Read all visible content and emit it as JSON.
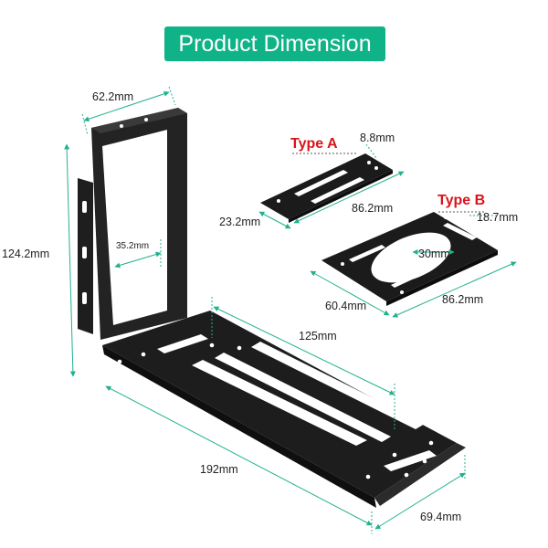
{
  "title": "Product Dimension",
  "colors": {
    "banner": "#10b287",
    "banner_text": "#ffffff",
    "dimension_line": "#22b08f",
    "type_label": "#d8151b",
    "metal": "#1b1b1b",
    "metal_edge": "#3a3a3a"
  },
  "dimensions": {
    "top_width": "62.2mm",
    "height": "124.2mm",
    "inner_width": "35.2mm",
    "slot_length": "125mm",
    "base_length": "192mm",
    "base_width": "69.4mm"
  },
  "type_a": {
    "label": "Type A",
    "hole_spacing": "8.8mm",
    "width": "23.2mm",
    "length": "86.2mm"
  },
  "type_b": {
    "label": "Type B",
    "hole_spacing": "18.7mm",
    "hole_diameter": "30mm",
    "width": "60.4mm",
    "length": "86.2mm"
  }
}
